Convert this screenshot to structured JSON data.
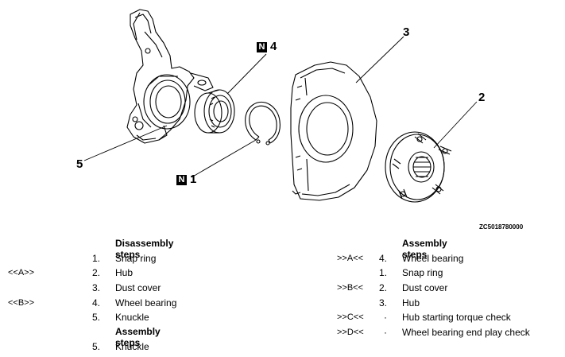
{
  "callouts": {
    "c1": "1",
    "c2": "2",
    "c3": "3",
    "c4": "4",
    "c5": "5",
    "badge": "N"
  },
  "figure_code": "ZC5018780000",
  "left_column": {
    "header_disassembly": "Disassembly steps",
    "steps": [
      {
        "ref": "",
        "num": "1.",
        "text": "Snap ring"
      },
      {
        "ref": "<<A>>",
        "num": "2.",
        "text": "Hub"
      },
      {
        "ref": "",
        "num": "3.",
        "text": "Dust cover"
      },
      {
        "ref": "<<B>>",
        "num": "4.",
        "text": "Wheel bearing"
      },
      {
        "ref": "",
        "num": "5.",
        "text": "Knuckle"
      }
    ],
    "header_assembly": "Assembly steps",
    "assembly_steps": [
      {
        "ref": "",
        "num": "5.",
        "text": "Knuckle"
      }
    ]
  },
  "right_column": {
    "header": "Assembly steps",
    "steps": [
      {
        "ref": ">>A<<",
        "num": "4.",
        "text": "Wheel bearing"
      },
      {
        "ref": "",
        "num": "1.",
        "text": "Snap ring"
      },
      {
        "ref": ">>B<<",
        "num": "2.",
        "text": "Dust cover"
      },
      {
        "ref": "",
        "num": "3.",
        "text": "Hub"
      },
      {
        "ref": ">>C<<",
        "num": "·",
        "text": "Hub starting torque check"
      },
      {
        "ref": ">>D<<",
        "num": "·",
        "text": "Wheel bearing end play check"
      }
    ]
  }
}
